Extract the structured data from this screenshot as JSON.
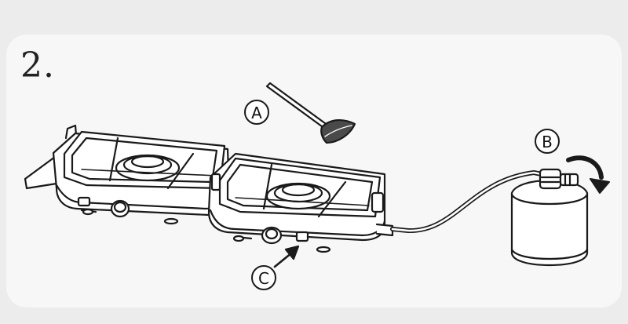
{
  "step": {
    "number": "2."
  },
  "callouts": {
    "a": {
      "letter": "A",
      "item": "lighter-stick"
    },
    "b": {
      "letter": "B",
      "item": "gas-canister"
    },
    "c": {
      "letter": "C",
      "item": "control-knob"
    }
  },
  "colors": {
    "line": "#1a1a1a",
    "fill": "#ffffff",
    "card": "#f7f7f7",
    "background": "#ececec"
  }
}
